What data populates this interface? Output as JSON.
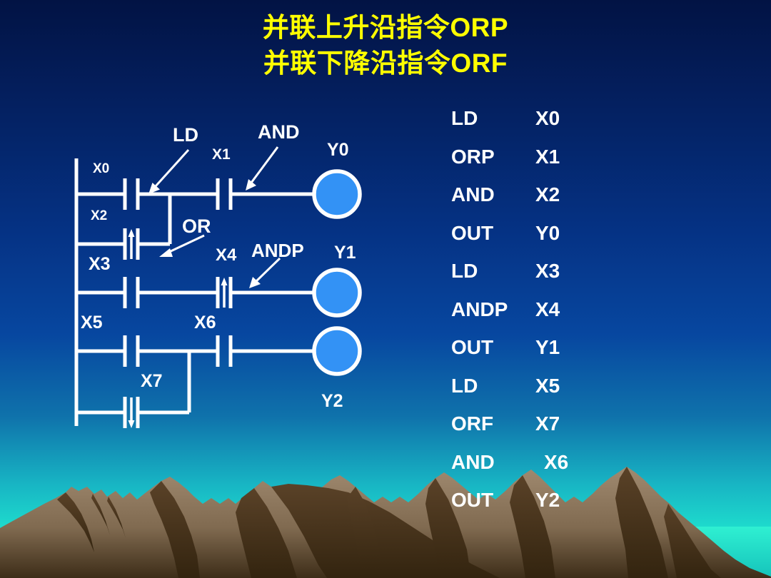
{
  "slide": {
    "title_lines": [
      "并联上升沿指令ORP",
      "并联下降沿指令ORF"
    ],
    "colors": {
      "title": "#ffff00",
      "text": "#ffffff",
      "coil_fill": "#3392f5",
      "coil_ring": "#ffffff",
      "background_top": "#021344",
      "background_mid": "#053284",
      "background_bottom": "#23ecd2",
      "mountain_light": "#9a8269",
      "mountain_dark": "#4a3420"
    }
  },
  "ladder": {
    "contact_labels": [
      {
        "id": "x0",
        "text": "X0"
      },
      {
        "id": "x1",
        "text": "X1"
      },
      {
        "id": "x2",
        "text": "X2"
      },
      {
        "id": "x3",
        "text": "X3"
      },
      {
        "id": "x4",
        "text": "X4"
      },
      {
        "id": "x5",
        "text": "X5"
      },
      {
        "id": "x6",
        "text": "X6"
      },
      {
        "id": "x7",
        "text": "X7"
      }
    ],
    "coil_labels": [
      {
        "id": "y0",
        "text": "Y0"
      },
      {
        "id": "y1",
        "text": "Y1"
      },
      {
        "id": "y2",
        "text": "Y2"
      }
    ],
    "annotations": [
      {
        "id": "ld",
        "text": "LD"
      },
      {
        "id": "and",
        "text": "AND"
      },
      {
        "id": "or",
        "text": "OR"
      },
      {
        "id": "andp",
        "text": "ANDP"
      }
    ]
  },
  "instruction_list": {
    "rows": [
      {
        "op": "LD",
        "arg": "X0"
      },
      {
        "op": "ORP",
        "arg": "X1"
      },
      {
        "op": "AND",
        "arg": "X2"
      },
      {
        "op": "OUT",
        "arg": "Y0"
      },
      {
        "op": "LD",
        "arg": "X3"
      },
      {
        "op": "ANDP",
        "arg": "X4"
      },
      {
        "op": "OUT",
        "arg": "Y1"
      },
      {
        "op": "LD",
        "arg": "X5"
      },
      {
        "op": "ORF",
        "arg": "X7"
      },
      {
        "op": "AND",
        "arg": "X6"
      },
      {
        "op": "OUT",
        "arg": "Y2"
      }
    ]
  }
}
